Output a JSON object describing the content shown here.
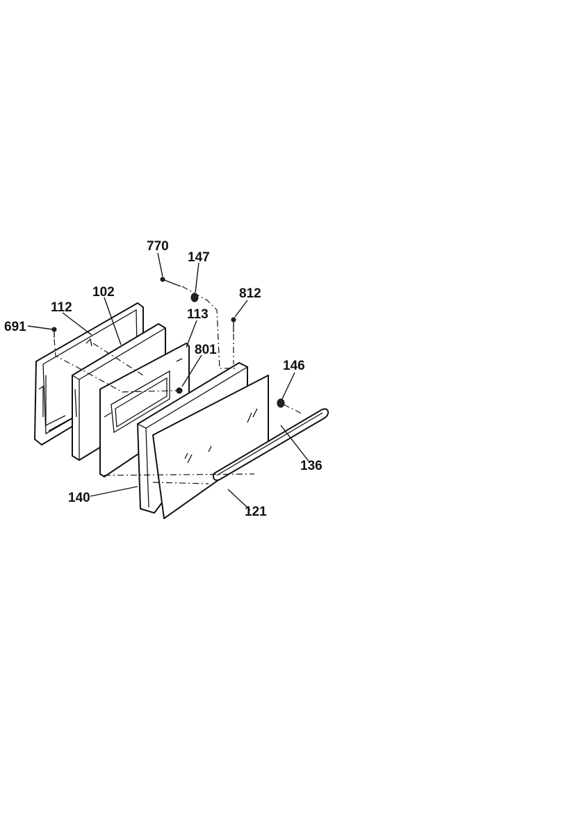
{
  "diagram": {
    "callouts": [
      {
        "id": "770",
        "text": "770"
      },
      {
        "id": "147",
        "text": "147"
      },
      {
        "id": "102",
        "text": "102"
      },
      {
        "id": "812",
        "text": "812"
      },
      {
        "id": "112",
        "text": "112"
      },
      {
        "id": "113",
        "text": "113"
      },
      {
        "id": "691",
        "text": "691"
      },
      {
        "id": "801",
        "text": "801"
      },
      {
        "id": "146",
        "text": "146"
      },
      {
        "id": "136",
        "text": "136"
      },
      {
        "id": "140",
        "text": "140"
      },
      {
        "id": "121",
        "text": "121"
      }
    ]
  }
}
